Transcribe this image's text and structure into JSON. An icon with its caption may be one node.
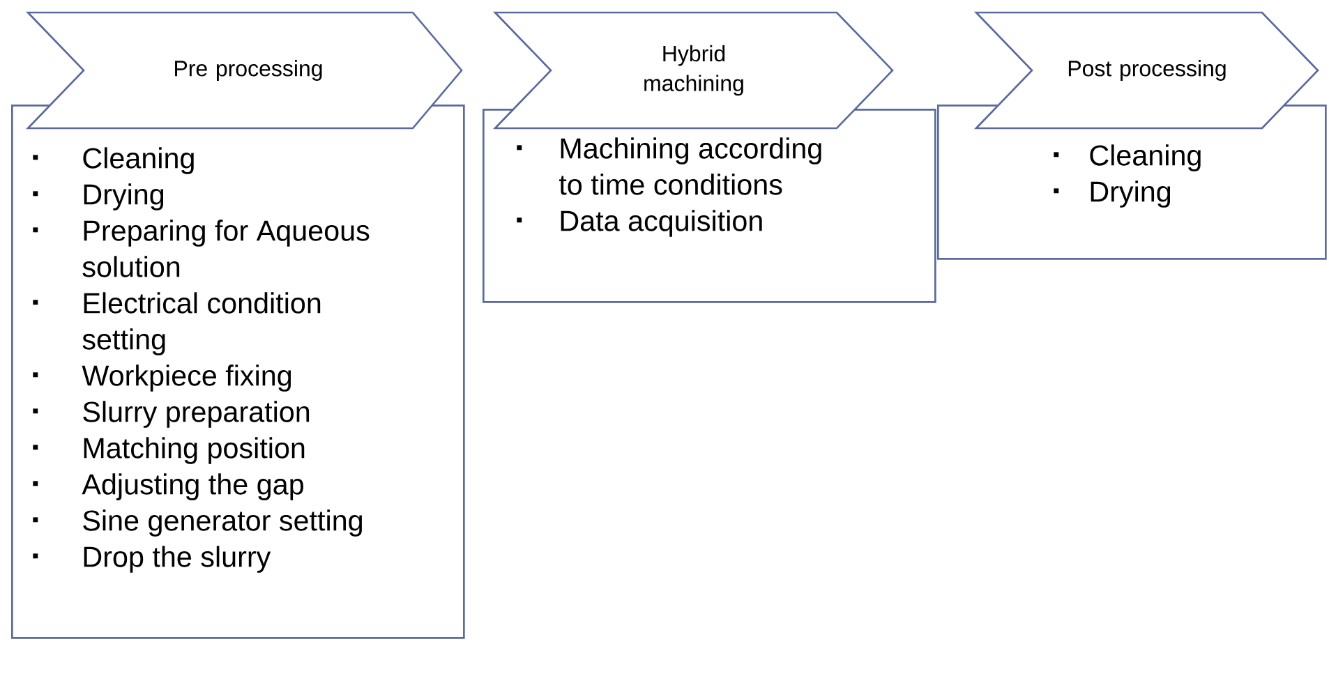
{
  "diagram": {
    "nodes": [
      {
        "text": [
          "Pre processing"
        ]
      },
      {
        "text": [
          "Cleaning",
          "Drying",
          "Preparing for Aqueous solution",
          "Electrical condition setting",
          "Workpiece fixing",
          "Slurry preparation",
          "Matching position",
          "Adjusting the gap",
          "Sine generator setting",
          "Drop the slurry"
        ]
      },
      {
        "text": [
          "Hybrid machining"
        ]
      },
      {
        "text": [
          "Machining according to time conditions",
          "Data acquisition"
        ]
      },
      {
        "text": [
          "Post processing"
        ]
      },
      {
        "text": [
          "Cleaning",
          "Drying"
        ]
      }
    ]
  }
}
